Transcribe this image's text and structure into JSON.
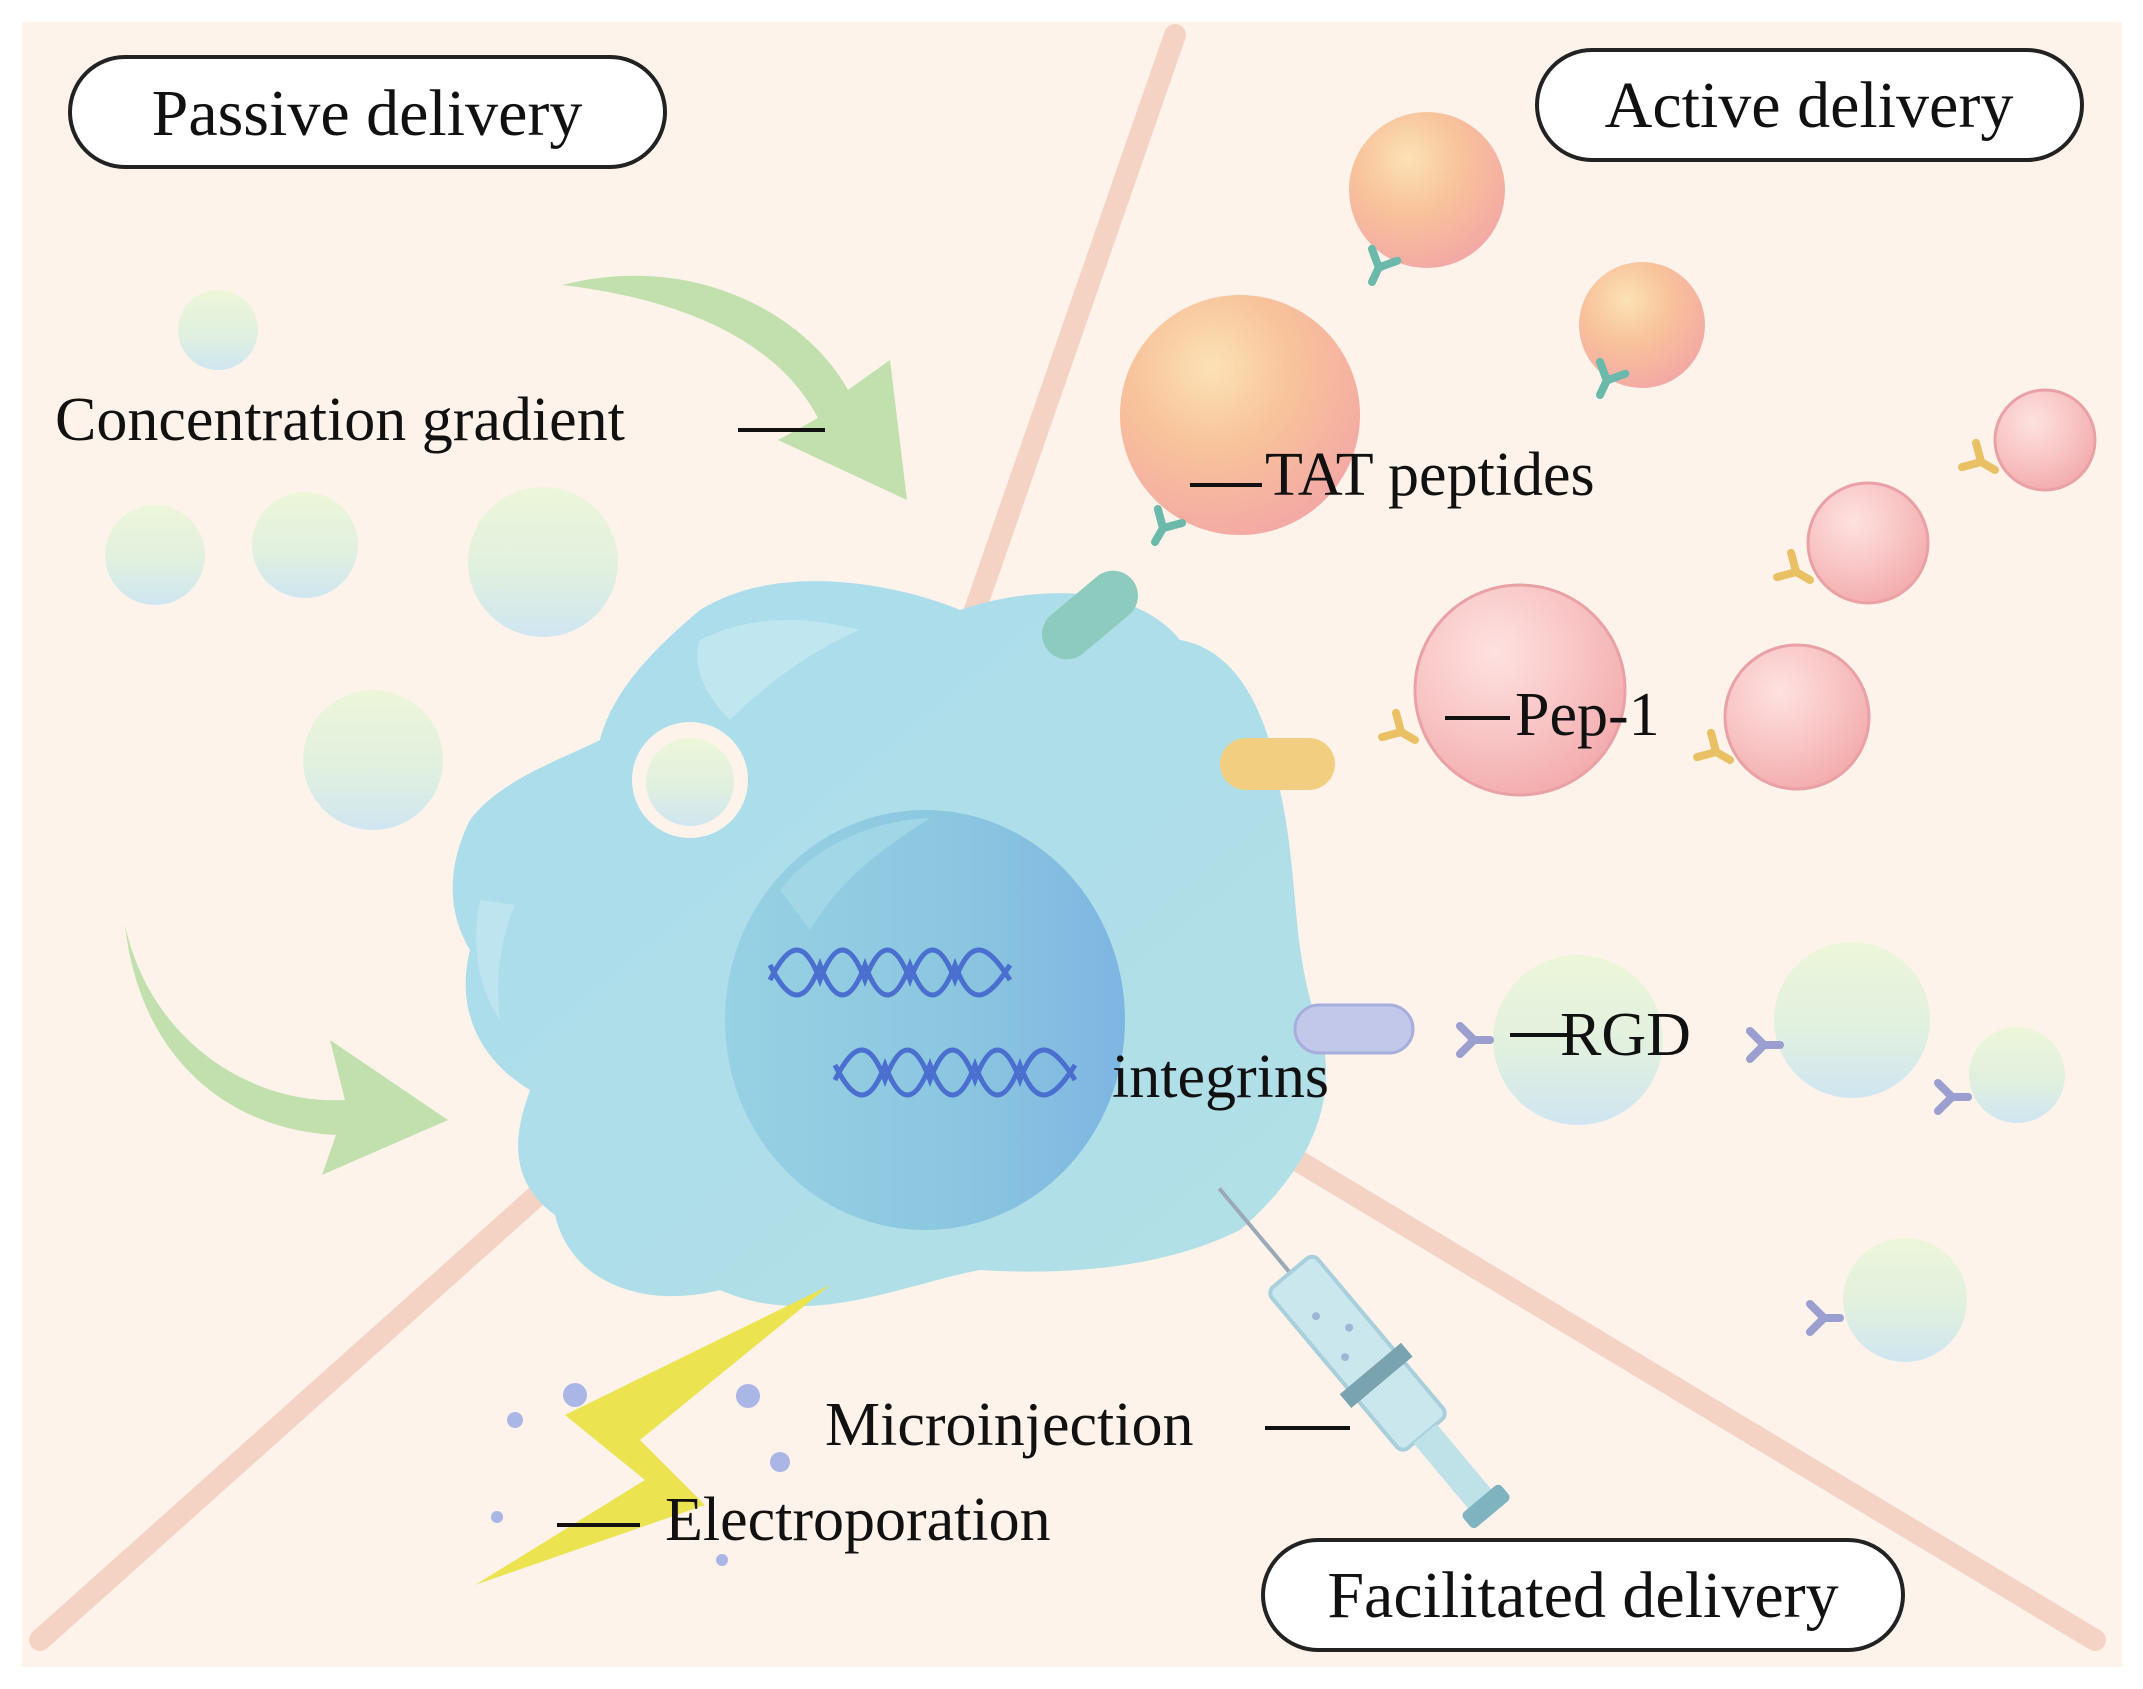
{
  "sections": {
    "passive": "Passive delivery",
    "active": "Active delivery",
    "facilitated": "Facilitated delivery"
  },
  "labels": {
    "concentration_gradient": "Concentration gradient",
    "tat_peptides": "TAT peptides",
    "pep1": "Pep-1",
    "rgd": "RGD",
    "integrins": "integrins",
    "microinjection": "Microinjection",
    "electroporation": "Electroporation"
  },
  "colors": {
    "background": "#fdf3ea",
    "divider": "#f5d3c4",
    "cell": "#a6d8e8",
    "nucleus": "#86c4df",
    "arrow": "#c2dfae",
    "lightning": "#ebe34f",
    "tat": "#7fc5b7",
    "pep1": "#f2cc74",
    "rgd": "#b9bfe4",
    "syringe": "#cbe7ee"
  },
  "icons": [
    "dna-icon",
    "syringe-icon",
    "lightning-icon",
    "arrow-icon",
    "ligand-icon"
  ]
}
